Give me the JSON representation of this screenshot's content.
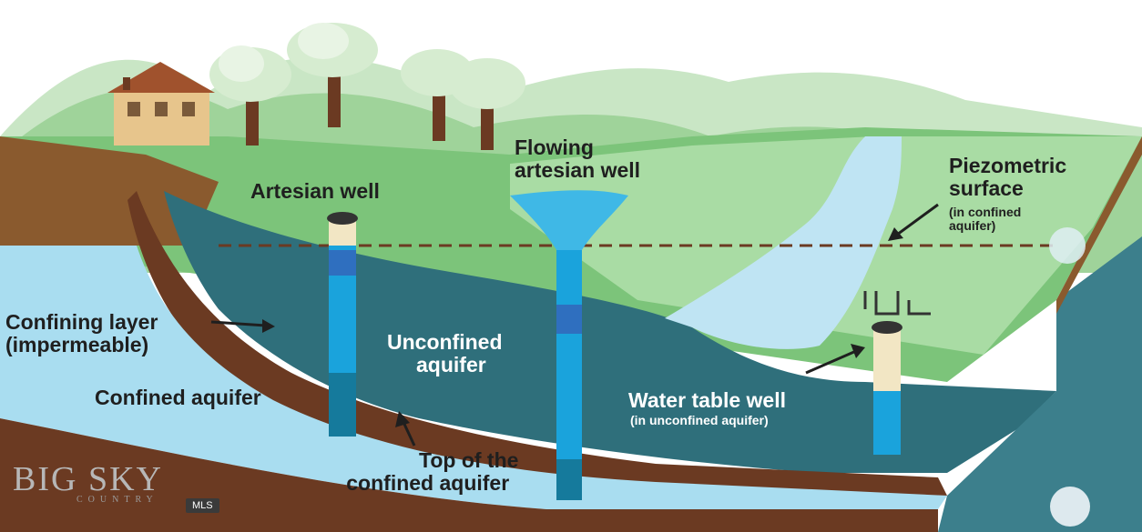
{
  "labels": {
    "flowing_artesian_well": [
      "Flowing",
      "artesian well"
    ],
    "artesian_well": "Artesian well",
    "piezometric_surface": [
      "Piezometric",
      "surface"
    ],
    "piezometric_note": [
      "(in confined",
      "aquifer)"
    ],
    "confining_layer": [
      "Confining layer",
      "(impermeable)"
    ],
    "unconfined_aquifer": [
      "Unconfined",
      "aquifer"
    ],
    "confined_aquifer": "Confined aquifer",
    "water_table_well": "Water table well",
    "water_table_well_note": "(in unconfined aquifer)",
    "top_of_confined_aquifer": [
      "Top of the",
      "confined aquifer"
    ]
  },
  "watermark": {
    "brand": "BIG SKY",
    "sub": "COUNTRY",
    "badge": "MLS"
  },
  "colors": {
    "grass": "#7cc47a",
    "grass_dark": "#4fae5b",
    "soil": "#8a5a2e",
    "confining_layer": "#6b3a22",
    "unconfined_aquifer": "#2f6f7b",
    "confined_aquifer": "#a9ddf0",
    "well_water": "#1aa3dc",
    "piezometric_line": "#6b3a22"
  }
}
